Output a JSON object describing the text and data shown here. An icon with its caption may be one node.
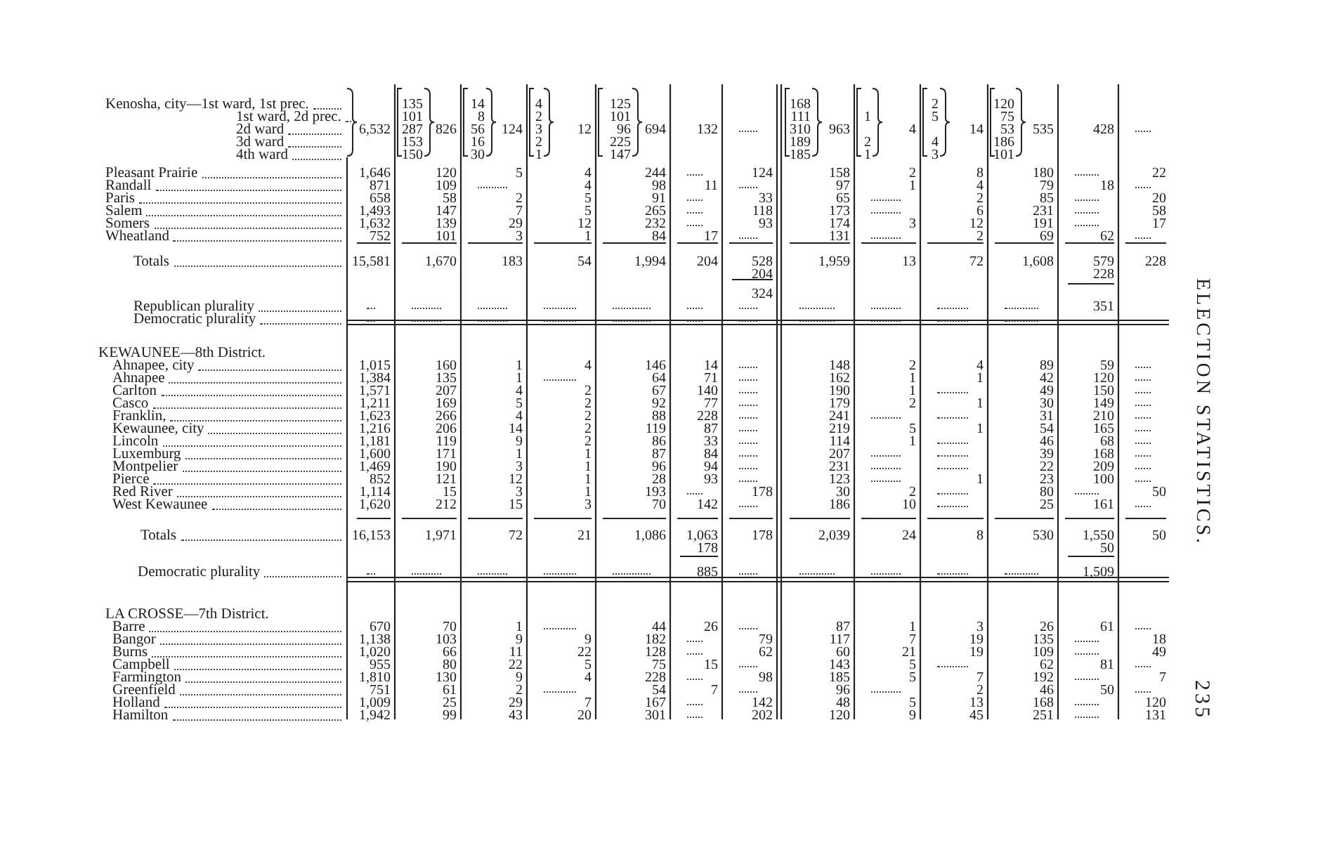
{
  "diagram": {
    "labels": [
      "Kenosha, city—1st ward, 1st prec.",
      "135",
      "14",
      "4",
      "125",
      "168",
      "2",
      "120",
      "1st ward, 2d prec.",
      "101",
      "8",
      "2",
      "101",
      "111",
      "1",
      "5",
      "75",
      "2d ward",
      "6,532",
      "287",
      "826",
      "56",
      "124",
      "3",
      "12",
      "96",
      "694",
      "132",
      "310",
      "963",
      "4",
      "14",
      "53",
      "535",
      "428",
      "3d ward",
      "153",
      "16",
      "2",
      "225",
      "189",
      "2",
      "4",
      "186",
      "4th ward",
      "150",
      "30",
      "1",
      "147",
      "185",
      "1",
      "3",
      "101",
      "Pleasant Prairie",
      "1,646",
      "120",
      "5",
      "4",
      "244",
      "124",
      "158",
      "2",
      "8",
      "180",
      "22",
      "Randall",
      "871",
      "109",
      "4",
      "98",
      "11",
      "97",
      "1",
      "4",
      "79",
      "18",
      "Paris",
      "658",
      "58",
      "2",
      "5",
      "91",
      "33",
      "65",
      "2",
      "85",
      "20",
      "Salem",
      "1,493",
      "147",
      "7",
      "5",
      "265",
      "118",
      "173",
      "6",
      "231",
      "58",
      "Somers",
      "1,632",
      "139",
      "29",
      "12",
      "232",
      "93",
      "174",
      "3",
      "12",
      "191",
      "17",
      "Wheatland",
      "752",
      "101",
      "3",
      "1",
      "84",
      "17",
      "131",
      "2",
      "69",
      "62",
      "Totals",
      "15,581",
      "1,670",
      "183",
      "54",
      "1,994",
      "204",
      "528",
      "1,959",
      "13",
      "72",
      "1,608",
      "579",
      "228",
      "204",
      "228",
      "324",
      "Republican plurality",
      "351",
      "Democratic plurality",
      "KEWAUNEE—8th District.",
      "Ahnapee, city",
      "1,015",
      "160",
      "1",
      "4",
      "146",
      "14",
      "148",
      "2",
      "4",
      "89",
      "59",
      "Ahnapee",
      "1,384",
      "135",
      "1",
      "64",
      "71",
      "162",
      "1",
      "1",
      "42",
      "120",
      "Carlton",
      "1,571",
      "207",
      "4",
      "2",
      "67",
      "140",
      "190",
      "1",
      "49",
      "150",
      "Casco",
      "1,211",
      "169",
      "5",
      "2",
      "92",
      "77",
      "179",
      "2",
      "1",
      "30",
      "149",
      "Franklin,",
      "1,623",
      "266",
      "4",
      "2",
      "88",
      "228",
      "241",
      "31",
      "210",
      "Kewaunee, city",
      "1,216",
      "206",
      "14",
      "2",
      "119",
      "87",
      "219",
      "5",
      "1",
      "54",
      "165",
      "Lincoln",
      "1,181",
      "119",
      "9",
      "2",
      "86",
      "33",
      "114",
      "1",
      "46",
      "68",
      "Luxemburg",
      "1,600",
      "171",
      "1",
      "1",
      "87",
      "84",
      "207",
      "39",
      "168",
      "Montpelier",
      "1,469",
      "190",
      "3",
      "1",
      "96",
      "94",
      "231",
      "22",
      "209",
      "Pierce",
      "852",
      "121",
      "12",
      "1",
      "28",
      "93",
      "123",
      "1",
      "23",
      "100",
      "Red River",
      "1,114",
      "15",
      "3",
      "1",
      "193",
      "178",
      "30",
      "2",
      "80",
      "50",
      "West Kewaunee",
      "1,620",
      "212",
      "15",
      "3",
      "70",
      "142",
      "186",
      "10",
      "25",
      "161",
      "Totals",
      "16,153",
      "1,971",
      "72",
      "21",
      "1,086",
      "1,063",
      "178",
      "2,039",
      "24",
      "8",
      "530",
      "1,550",
      "50",
      "178",
      "50",
      "Democratic plurality",
      "885",
      "1,509",
      "LA CROSSE—7th District.",
      "Barre",
      "670",
      "70",
      "1",
      "44",
      "26",
      "87",
      "1",
      "3",
      "26",
      "61",
      "Bangor",
      "1,138",
      "103",
      "9",
      "9",
      "182",
      "79",
      "117",
      "7",
      "19",
      "135",
      "18",
      "Burns",
      "1,020",
      "66",
      "11",
      "22",
      "128",
      "62",
      "60",
      "21",
      "19",
      "109",
      "49",
      "Campbell",
      "955",
      "80",
      "22",
      "5",
      "75",
      "15",
      "143",
      "5",
      "62",
      "81",
      "Farmington",
      "1,810",
      "130",
      "9",
      "4",
      "228",
      "98",
      "185",
      "5",
      "7",
      "192",
      "7",
      "Greenfield",
      "751",
      "61",
      "2",
      "54",
      "7",
      "96",
      "2",
      "46",
      "50",
      "Holland",
      "1,009",
      "25",
      "29",
      "7",
      "167",
      "142",
      "48",
      "5",
      "13",
      "168",
      "120",
      "Hamilton",
      "1,942",
      "99",
      "43",
      "20",
      "301",
      "202",
      "120",
      "9",
      "45",
      "251",
      "131",
      "ELECTION STATISTICS.",
      "235"
    ]
  }
}
